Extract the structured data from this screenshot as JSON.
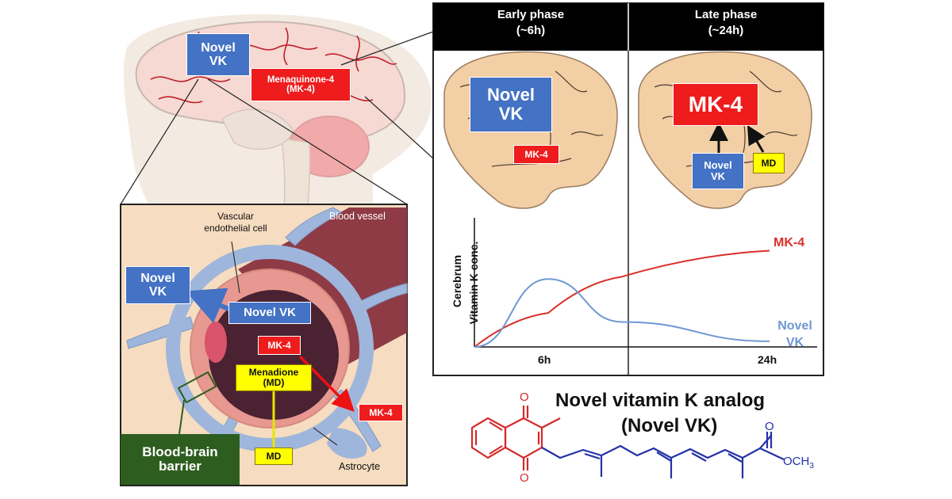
{
  "colors": {
    "vk_blue": "#4472c4",
    "mk4_red": "#ee1c1c",
    "md_yellow": "#ffff00",
    "bbb_green": "#2e5e1f",
    "curve_red": "#d9302a",
    "curve_blue": "#6f97d3",
    "vessel": "#8e3b46",
    "astrocyte": "#9fb6dc",
    "brain": "#f3cfa6"
  },
  "head": {
    "novel_vk": "Novel\nVK",
    "menaquinone": "Menaquinone-4\n(MK-4)"
  },
  "inset": {
    "vascular_label": "Vascular\nendothelial cell",
    "blood_vessel_label": "Blood vessel",
    "novel_vk_out": "Novel\nVK",
    "novel_vk_in": "Novel VK",
    "mk4_in": "MK-4",
    "menadione": "Menadione\n(MD)",
    "mk4_out": "MK-4",
    "md": "MD",
    "astrocyte_label": "Astrocyte",
    "bbb_label": "Blood-brain\nbarrier"
  },
  "phase_panel": {
    "early_header": "Early phase\n(~6h)",
    "late_header": "Late phase\n(~24h)",
    "early_novel_vk": "Novel\nVK",
    "early_mk4": "MK-4",
    "late_mk4": "MK-4",
    "late_novel_vk": "Novel\nVK",
    "late_md": "MD",
    "y_label_1": "Cerebrum",
    "y_label_2": "Vitamin K conc.",
    "x_tick_6h": "6h",
    "x_tick_24h": "24h",
    "series_mk4": "MK-4",
    "series_novel_vk": "Novel\nVK"
  },
  "chart_data": {
    "type": "line",
    "ylabel": "Cerebrum Vitamin K conc.",
    "x_ticks": [
      "6h",
      "24h"
    ],
    "x": [
      0,
      6,
      12,
      24
    ],
    "series": [
      {
        "name": "MK-4",
        "color": "#d9302a",
        "values": [
          0,
          0.3,
          0.62,
          0.85
        ]
      },
      {
        "name": "Novel VK",
        "color": "#6f97d3",
        "values": [
          0,
          0.6,
          0.22,
          0.05
        ]
      }
    ]
  },
  "molecule": {
    "title": "Novel vitamin K analog",
    "subtitle": "(Novel VK)",
    "o_top": "O",
    "o_bottom": "O",
    "o_ester": "O",
    "och3": "OCH",
    "och3_sub": "3"
  }
}
